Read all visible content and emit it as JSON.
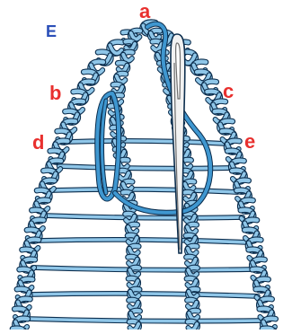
{
  "panel_letter": "E",
  "point_labels": {
    "a": "a",
    "b": "b",
    "c": "c",
    "d": "d",
    "e": "e"
  },
  "colors": {
    "yarn_fill": "#8fc6e8",
    "yarn_outline": "#0b2d4d",
    "working_yarn": "#3f97d0",
    "needle": "#6e6e6e",
    "label_red": "#e8302e",
    "panel_letter_blue": "#2b4fb8"
  },
  "icons": {
    "needle": "sewing-needle-icon"
  }
}
